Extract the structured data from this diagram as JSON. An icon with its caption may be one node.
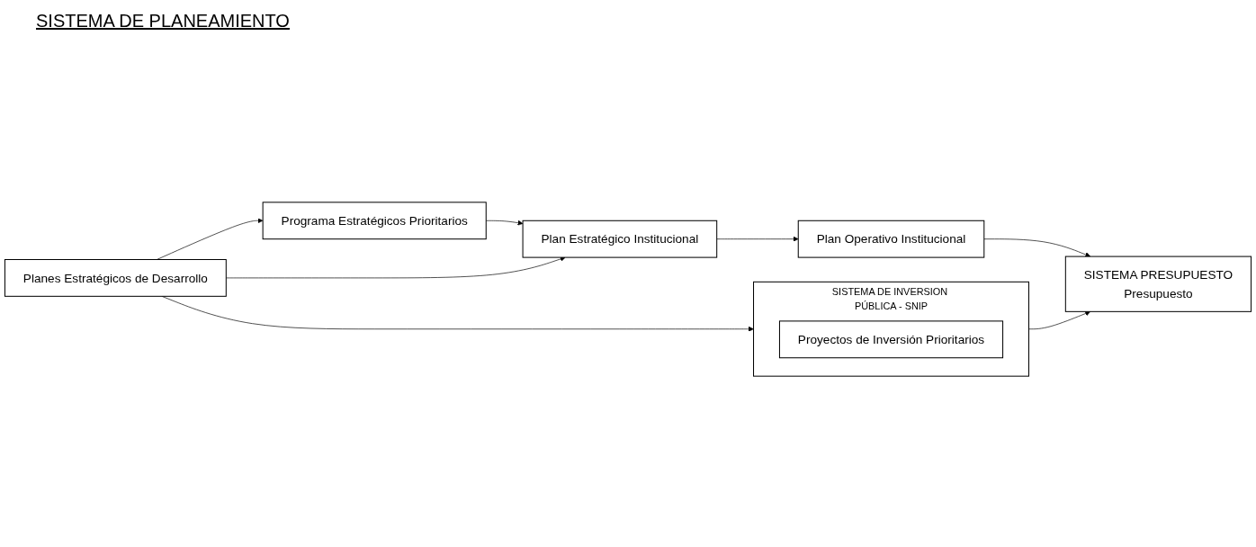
{
  "diagram": {
    "title": "SISTEMA DE PLANEAMIENTO",
    "nodes": [
      {
        "text": [
          "Planes Estratégicos de Desarrollo"
        ]
      },
      {
        "text": [
          "Programa Estratégicos Prioritarios"
        ]
      },
      {
        "text": [
          "Plan Estratégico Institucional"
        ]
      },
      {
        "text": [
          "Plan Operativo Institucional"
        ]
      },
      {
        "text": [
          "SISTEMA PRESUPUESTO",
          "Presupuesto"
        ]
      },
      {
        "text": [
          "SISTEMA DE INVERSION PÚBLICA - SNIP"
        ]
      },
      {
        "text": [
          "Proyectos de Inversión Prioritarios"
        ],
        "in": 5
      }
    ],
    "edges": [
      {
        "from": 0,
        "to": 1,
        "arrow": "to"
      },
      {
        "from": 1,
        "to": 2,
        "arrow": "to"
      },
      {
        "from": 0,
        "to": 2,
        "arrow": "to"
      },
      {
        "from": 2,
        "to": 3,
        "arrow": "to"
      },
      {
        "from": 3,
        "to": 4,
        "arrow": "to"
      },
      {
        "from": 0,
        "to": 5,
        "arrow": "to"
      },
      {
        "from": 5,
        "to": 4,
        "arrow": "to"
      }
    ]
  }
}
